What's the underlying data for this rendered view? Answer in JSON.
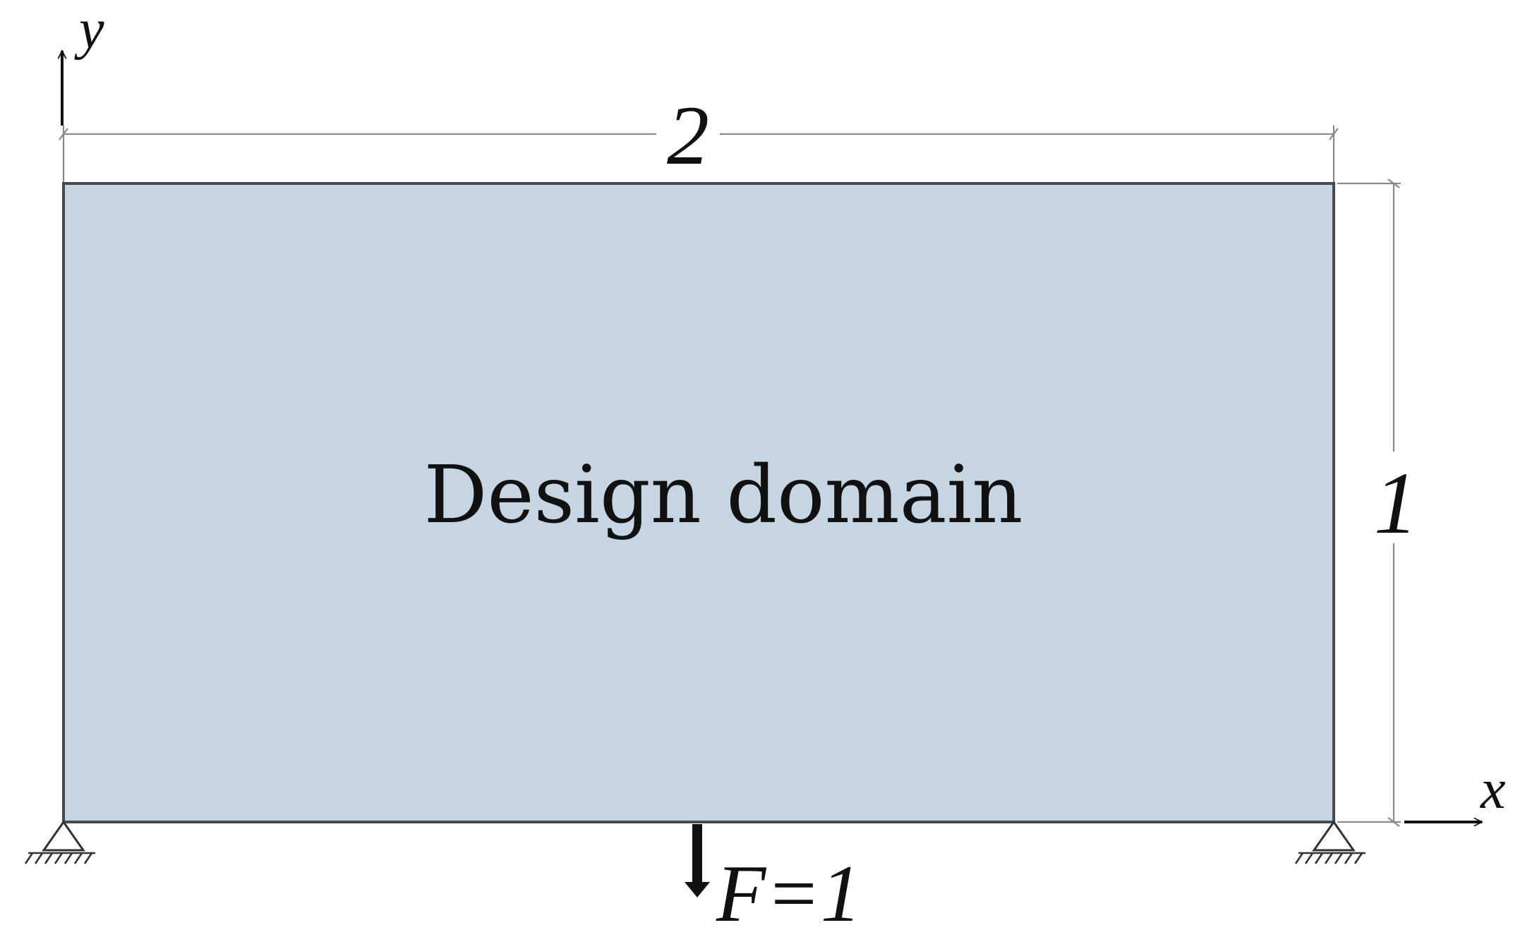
{
  "diagram": {
    "domain_label": "Design domain",
    "width_label": "2",
    "height_label": "1",
    "load_label": "F=1",
    "x_axis_label": "x",
    "y_axis_label": "y",
    "domain_fill": "#c5d5e2",
    "domain_stroke": "#4a4a4a",
    "dimension_line_color": "#8a8a8a",
    "supports": [
      "pin-support-left",
      "pin-support-right"
    ]
  }
}
